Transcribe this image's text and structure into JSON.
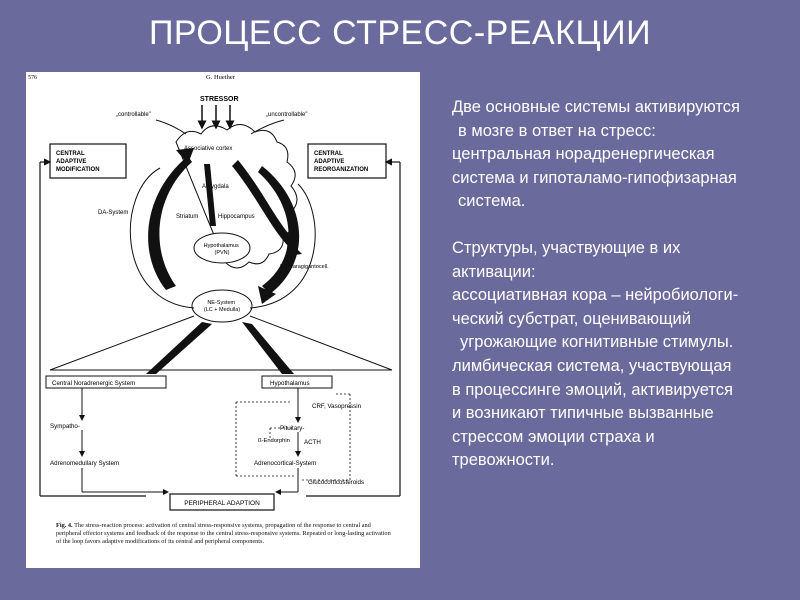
{
  "title": "ПРОЦЕСС СТРЕСС-РЕАКЦИИ",
  "figure": {
    "page_number": "576",
    "author": "G. Huether",
    "labels": {
      "stressor": "STRESSOR",
      "controllable": "„controllable\"",
      "uncontrollable": "„uncontrollable\"",
      "associative_cortex": "Associative cortex",
      "central_adaptive_modification": [
        "CENTRAL",
        "ADAPTIVE",
        "MODIFICATION"
      ],
      "central_adaptive_reorganization": [
        "CENTRAL",
        "ADAPTIVE",
        "REORGANIZATION"
      ],
      "amygdala": "Amygdala",
      "striatum": "Striatum",
      "hippocampus": "Hippocampus",
      "da_system": "DA-System",
      "hypothalamus_pvn": [
        "Hypothalamus",
        "(PVN)"
      ],
      "nc_paragigantocell": "Nc. paragigantocell.",
      "ne_system": [
        "NE-System",
        "(LC + Medulla)"
      ],
      "central_noradrenergic_system": "Central Noradrenergic System",
      "hypothalamus": "Hypothalamus",
      "crf_vasopressin": "CRF, Vasopressin",
      "sympatho": "Sympatho-",
      "pituitary": "Pituitary-",
      "b_endorphin": "ß-Endorphin",
      "acth": "ACTH",
      "adrenomedullary_system": "Adrenomedullary System",
      "adrenocortical_system": "Adrenocortical-System",
      "glucocorticosteroids": "Glucocorticosteroids",
      "peripheral_adaption": "PERIPHERAL ADAPTION"
    },
    "caption_label": "Fig. 4.",
    "caption_text": "The stress-reaction process: activation of central stress-responsive systems, propagation of the response to central and peripheral effector systems and feedback of the response to the central stress-responsive systems. Repeated or long-lasting activation of the loop favors adaptive modifications of its central and peripheral components."
  },
  "text": {
    "para1": [
      "Две основные системы активируются",
      "в мозге в ответ на стресс:",
      "центральная норадренергическая",
      "система и гипоталамо-гипофизарная",
      "система."
    ],
    "para2": [
      "Структуры, участвующие в их",
      "активации:",
      "ассоциативная кора – нейробиологи-",
      "ческий субстрат, оценивающий",
      "угрожающие когнитивные стимулы.",
      "лимбическая система, участвующая",
      "в процессинге эмоций, активируется",
      "и возникают типичные вызванные",
      "стрессом эмоции страха и",
      "тревожности."
    ]
  }
}
